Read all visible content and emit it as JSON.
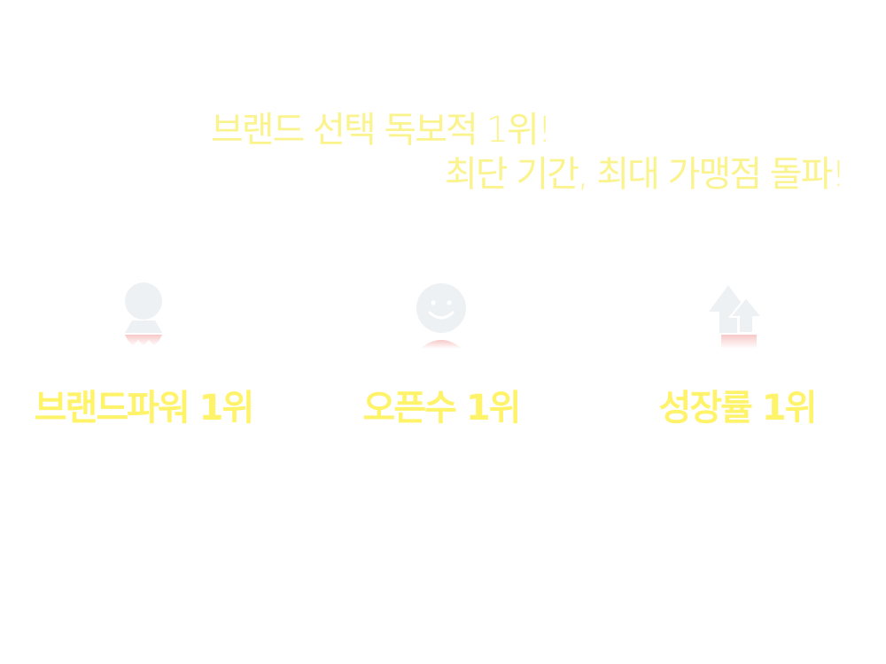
{
  "headline": {
    "line1": "브랜드 선택 독보적 1위!",
    "line2": "최단 기간, 최대 가맹점 돌파!"
  },
  "features": [
    {
      "icon": "person-award-icon",
      "label": "브랜드파워 1위"
    },
    {
      "icon": "smiley-face-icon",
      "label": "오픈수 1위"
    },
    {
      "icon": "growth-arrow-icon",
      "label": "성장률 1위"
    }
  ],
  "colors": {
    "headline": "#fbf38e",
    "label": "#fff36a",
    "icon_gray": "#eef1f4",
    "icon_accent": "#f8d2d2"
  }
}
